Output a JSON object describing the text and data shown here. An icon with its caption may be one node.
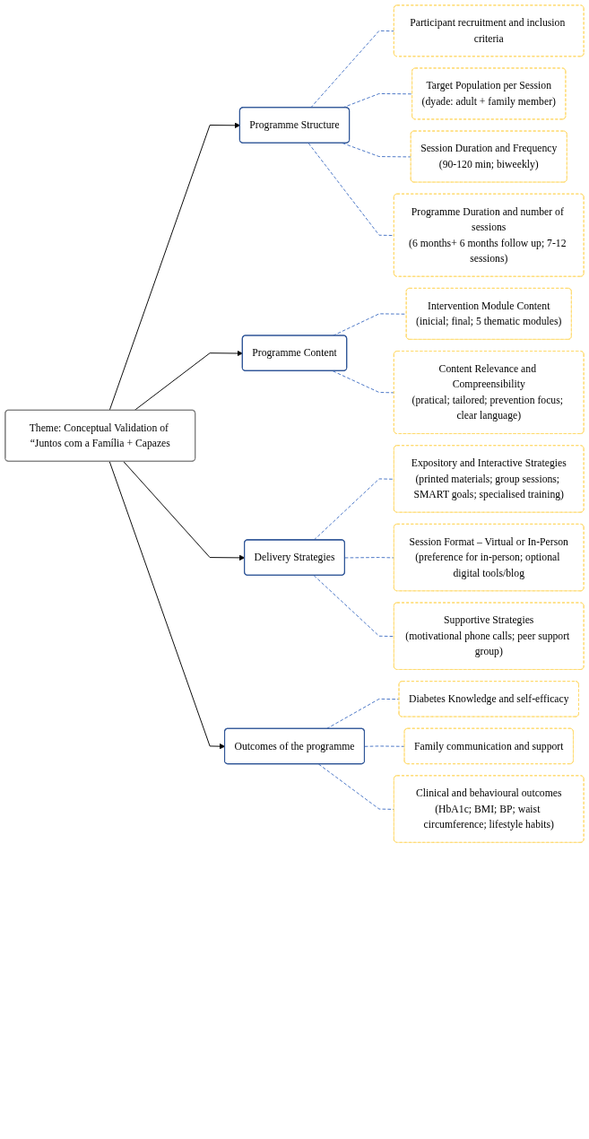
{
  "diagram": {
    "nodes": [
      {
        "text": [
          "Theme: Conceptual Validation of “Juntos com a Família + Capazes"
        ]
      },
      {
        "text": [
          "Programme Structure"
        ]
      },
      {
        "text": [
          "Participant recruitment and inclusion criteria"
        ]
      },
      {
        "text": [
          "Target Population per Session",
          "(dyade: adult + family member)"
        ]
      },
      {
        "text": [
          "Session Duration and Frequency",
          "(90-120 min; biweekly)"
        ]
      },
      {
        "text": [
          "Programme Duration and number of sessions",
          "(6 months+ 6 months follow up; 7-12 sessions)"
        ]
      },
      {
        "text": [
          "Programme Content"
        ]
      },
      {
        "text": [
          "Intervention Module Content",
          "(inicial; final; 5 thematic modules)"
        ]
      },
      {
        "text": [
          "Content Relevance and Compreensibility",
          "(pratical; tailored; prevention focus; clear language)"
        ]
      },
      {
        "text": [
          "Delivery Strategies"
        ]
      },
      {
        "text": [
          "Expository and Interactive Strategies",
          "(printed materials; group sessions; SMART goals; specialised training)"
        ]
      },
      {
        "text": [
          "Session Format – Virtual or In-Person",
          "(preference for in-person; optional digital tools/blog"
        ]
      },
      {
        "text": [
          "Supportive Strategies",
          "(motivational phone calls; peer support group)"
        ]
      },
      {
        "text": [
          "Outcomes of the programme"
        ]
      },
      {
        "text": [
          "Diabetes Knowledge and self-efficacy"
        ]
      },
      {
        "text": [
          "Family communication and support"
        ]
      },
      {
        "text": [
          "Clinical and behavioural outcomes",
          "(HbA1c; BMI; BP; waist circumference; lifestyle habits)"
        ]
      }
    ],
    "edges": [
      {
        "from": 0,
        "to": 1,
        "arrow": "to",
        "color": "#000000"
      },
      {
        "from": 1,
        "to": 2,
        "arrow": "none",
        "style": "dashed"
      },
      {
        "from": 1,
        "to": 3,
        "arrow": "none",
        "style": "dashed"
      },
      {
        "from": 1,
        "to": 4,
        "arrow": "none",
        "style": "dashed"
      },
      {
        "from": 1,
        "to": 5,
        "arrow": "none",
        "style": "dashed"
      },
      {
        "from": 0,
        "to": 6,
        "arrow": "to",
        "color": "#000000"
      },
      {
        "from": 6,
        "to": 7,
        "arrow": "none",
        "style": "dashed"
      },
      {
        "from": 6,
        "to": 8,
        "arrow": "none",
        "style": "dashed"
      },
      {
        "from": 0,
        "to": 9,
        "arrow": "to",
        "color": "#000000"
      },
      {
        "from": 9,
        "to": 10,
        "arrow": "none",
        "style": "dashed"
      },
      {
        "from": 9,
        "to": 11,
        "arrow": "none",
        "style": "dashed"
      },
      {
        "from": 9,
        "to": 12,
        "arrow": "none",
        "style": "dashed"
      },
      {
        "from": 0,
        "to": 13,
        "arrow": "to",
        "color": "#000000"
      },
      {
        "from": 13,
        "to": 14,
        "arrow": "none",
        "style": "dashed"
      },
      {
        "from": 13,
        "to": 15,
        "arrow": "none",
        "style": "dashed"
      },
      {
        "from": 13,
        "to": 16,
        "arrow": "none",
        "style": "dashed"
      }
    ]
  }
}
